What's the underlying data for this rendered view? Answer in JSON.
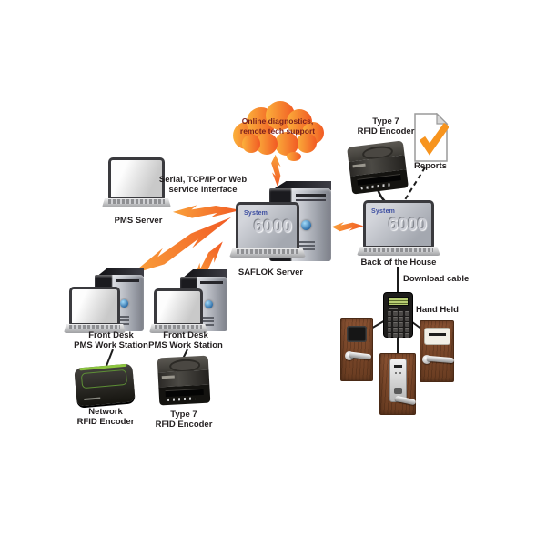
{
  "title": "SAFLOK System 6000 hotel lock system diagram",
  "cloud": {
    "line1": "Online diagnostics,",
    "line2": "remote tech support"
  },
  "screen": {
    "brand": "System",
    "model": "6000"
  },
  "nodes": {
    "pms_server": {
      "label": "PMS Server"
    },
    "interface": {
      "line1": "Serial, TCP/IP or Web",
      "line2": "service interface"
    },
    "saflok_server": {
      "label": "SAFLOK Server"
    },
    "type7_top": {
      "line1": "Type 7",
      "line2": "RFID Encoder"
    },
    "reports": {
      "label": "Reports"
    },
    "back_of_house": {
      "label": "Back of the House"
    },
    "download_cable": {
      "label": "Download cable"
    },
    "hand_held": {
      "label": "Hand Held"
    },
    "front_desk_1": {
      "line1": "Front Desk",
      "line2": "PMS Work Station"
    },
    "front_desk_2": {
      "line1": "Front Desk",
      "line2": "PMS Work Station"
    },
    "network_encoder": {
      "line1": "Network",
      "line2": "RFID Encoder"
    },
    "type7_bottom": {
      "line1": "Type 7",
      "line2": "RFID Encoder"
    }
  },
  "colors": {
    "bolt_orange": "#F5821F",
    "cloud_gradient_start": "#FBB03B",
    "cloud_gradient_end": "#F15A24",
    "cloud_text": "#7A1F1B",
    "label_text": "#231F20",
    "screen_brand_blue": "#3D4EA1",
    "check_orange": "#F7941E",
    "encoder_green": "#8DC63F",
    "door_wood": "#7C4A2D"
  }
}
